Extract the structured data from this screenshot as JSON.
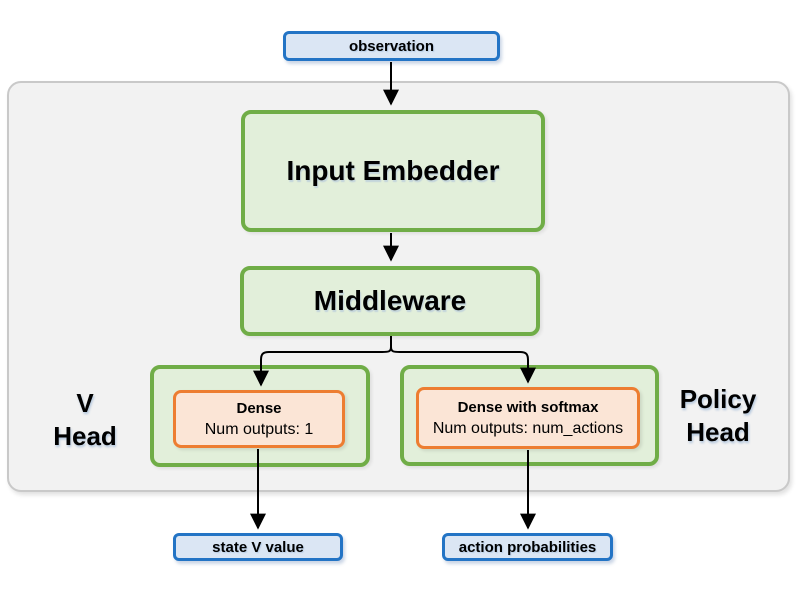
{
  "diagram": {
    "nodes": {
      "observation": {
        "label": "observation"
      },
      "input_embedder": {
        "label": "Input Embedder"
      },
      "middleware": {
        "label": "Middleware"
      },
      "v_head": {
        "label_line1": "V",
        "label_line2": "Head",
        "dense": {
          "title": "Dense",
          "subtitle": "Num outputs: 1"
        }
      },
      "policy_head": {
        "label_line1": "Policy",
        "label_line2": "Head",
        "dense": {
          "title": "Dense with softmax",
          "subtitle": "Num outputs: num_actions"
        }
      },
      "state_v_value": {
        "label": "state V value"
      },
      "action_probabilities": {
        "label": "action probabilities"
      }
    },
    "colors": {
      "blue_border": "#2374c5",
      "blue_fill": "#dbe6f4",
      "green_border": "#70ad47",
      "green_fill": "#e2efda",
      "orange_border": "#ed7d31",
      "orange_fill": "#fbe5d6",
      "container_fill": "#f2f2f2",
      "container_border": "#c9c9c9",
      "arrow": "#000000"
    }
  }
}
